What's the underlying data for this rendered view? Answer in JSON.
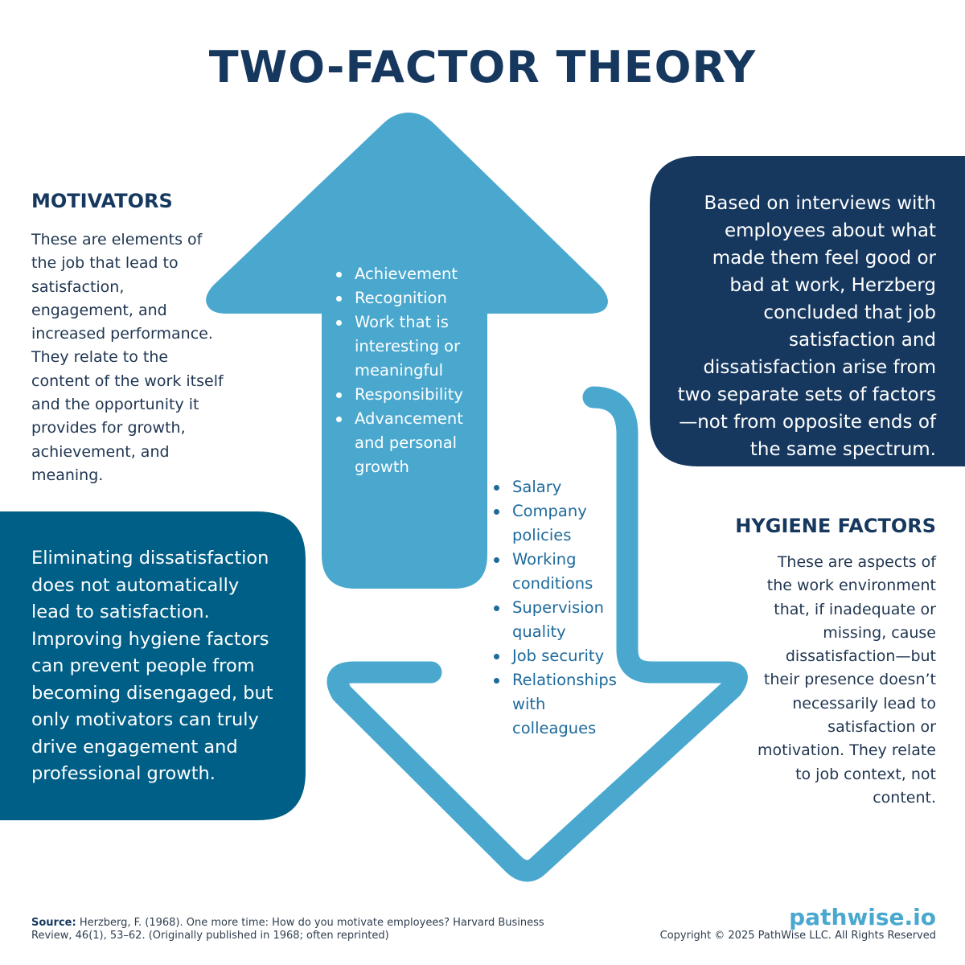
{
  "title": "TWO-FACTOR THEORY",
  "motivators": {
    "heading": "MOTIVATORS",
    "description": "These are elements of the job that lead to satisfaction, engagement, and increased performance. They relate to the content of the work itself and the opportunity it provides for growth, achievement, and meaning.",
    "items": [
      "Achievement",
      "Recognition",
      "Work that is interesting or meaningful",
      "Responsibility",
      "Advancement and personal growth"
    ]
  },
  "hygiene": {
    "heading": "HYGIENE FACTORS",
    "description": "These are aspects of the work environment that, if inadequate or missing, cause dissatisfaction—but their presence doesn’t necessarily lead to satisfaction or motivation. They relate to job context, not content.",
    "items": [
      "Salary",
      "Company policies",
      "Working conditions",
      "Supervision quality",
      "Job security",
      "Relationships with colleagues"
    ]
  },
  "herzberg_box": "Based on interviews with employees about what made them feel good or bad at work, Herzberg concluded that job satisfaction and dissatisfaction arise from two separate sets of factors—not from opposite ends of the same spectrum.",
  "dissatisfaction_box": "Eliminating dissatisfaction does not automatically lead to satisfaction. Improving hygiene factors can prevent people from becoming disengaged, but only motivators can truly drive engagement and professional growth.",
  "footer": {
    "source_label": "Source:",
    "source_text": " Herzberg, F. (1968). One more time: How do you motivate employees? Harvard Business Review, 46(1), 53–62. (Originally published in 1968; often reprinted)",
    "brand": "pathwise.io",
    "copyright": "Copyright © 2025 PathWise LLC. All Rights Reserved"
  },
  "colors": {
    "navy": "#16385f",
    "teal_box": "#005f87",
    "arrow_blue": "#4aa8cf",
    "brand": "#4aa8cf"
  }
}
